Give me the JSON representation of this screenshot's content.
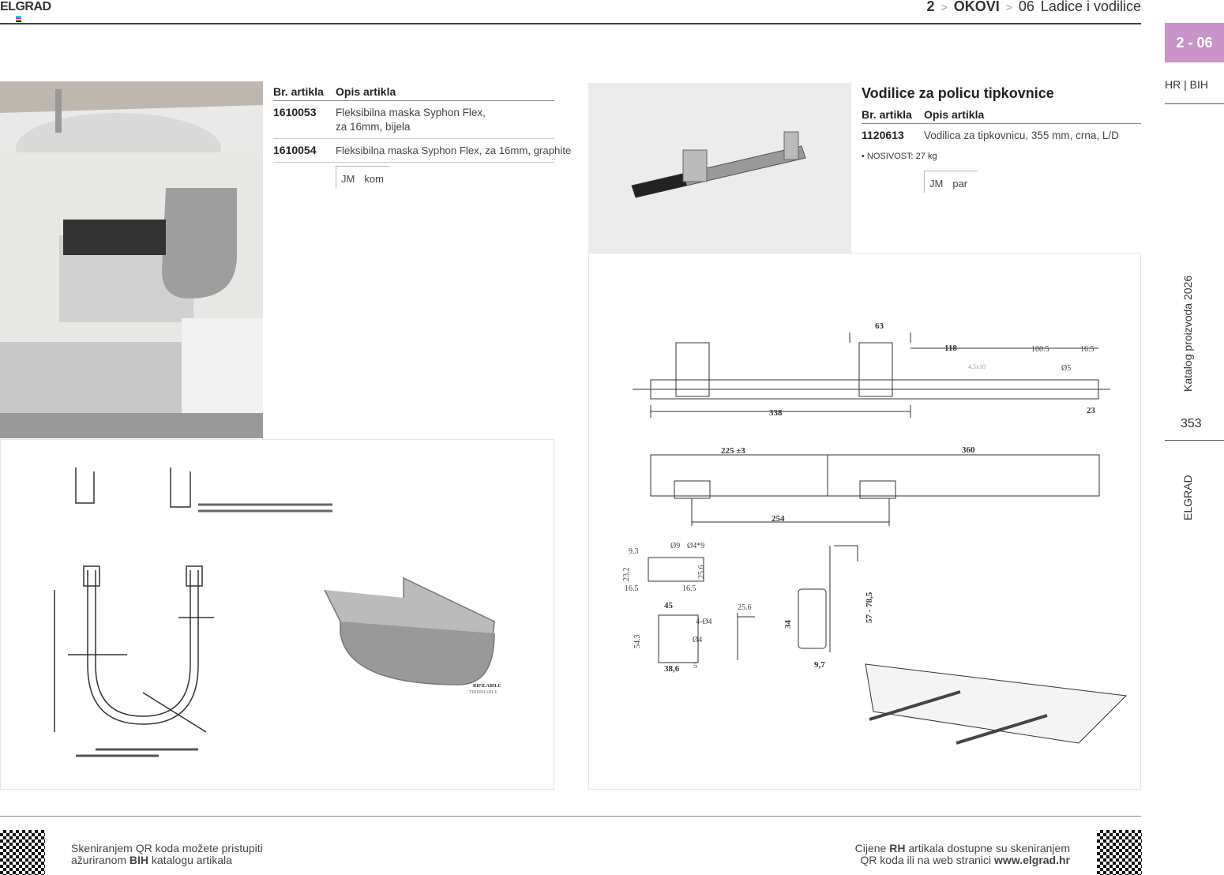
{
  "header": {
    "brand": "ELGRAD",
    "breadcrumb": [
      "2",
      "OKOVI",
      "06",
      "Ladice i vodilice"
    ]
  },
  "side": {
    "tab": "2 - 06",
    "tab_color": "#c994c7",
    "lang": "HR | BIH",
    "catalog": "Katalog proizvoda 2026",
    "page": "353",
    "brand": "ELGRAD"
  },
  "left_product": {
    "col_code": "Br. artikla",
    "col_desc": "Opis artikla",
    "rows": [
      {
        "code": "1610053",
        "desc1": "Fleksibilna maska Syphon Flex,",
        "desc2": "za 16mm, bijela"
      },
      {
        "code": "1610054",
        "desc1": "Fleksibilna maska Syphon Flex, za 16mm, graphite"
      }
    ],
    "unit_label": "JM",
    "unit": "kom",
    "drawing": {
      "label1": "RIFILABILE",
      "label2": "TRIMMABLE"
    }
  },
  "right_product": {
    "title": "Vodilice za policu tipkovnice",
    "col_code": "Br. artikla",
    "col_desc": "Opis artikla",
    "rows": [
      {
        "code": "1120613",
        "desc": "Vodilica za tipkovnicu, 355 mm, crna, L/D"
      }
    ],
    "note": "NOSIVOST: 27 kg",
    "unit_label": "JM",
    "unit": "par",
    "drawing": {
      "d63": "63",
      "d118": "118",
      "d100": "100.5",
      "d16": "16.5",
      "d45x10": "4.5x10",
      "dphi5": "Ø5",
      "d338": "338",
      "d23": "23",
      "d225": "225 ±3",
      "d360": "360",
      "d254": "254",
      "d93": "9.3",
      "dphi9": "Ø9",
      "dphi49": "Ø4*9",
      "d232": "23.2",
      "d256a": "25.6",
      "d165a": "16.5",
      "d165b": "16.5",
      "d45": "45",
      "d44": "4-Ø4",
      "dphi4": "Ø4",
      "d543": "54.3",
      "d386": "38,6",
      "d5": "5",
      "d256": "25.6",
      "d34": "34",
      "d97": "9,7",
      "d57": "57 - 78,5"
    }
  },
  "footer": {
    "left_1": "Skeniranjem QR koda možete pristupiti",
    "left_2a": "ažuriranom ",
    "left_2b": "BIH",
    "left_2c": " katalogu artikala",
    "right_1a": "Cijene ",
    "right_1b": "RH",
    "right_1c": " artikala dostupne su skeniranjem",
    "right_2a": "QR koda ili na web stranici ",
    "right_2b": "www.elgrad.hr"
  }
}
